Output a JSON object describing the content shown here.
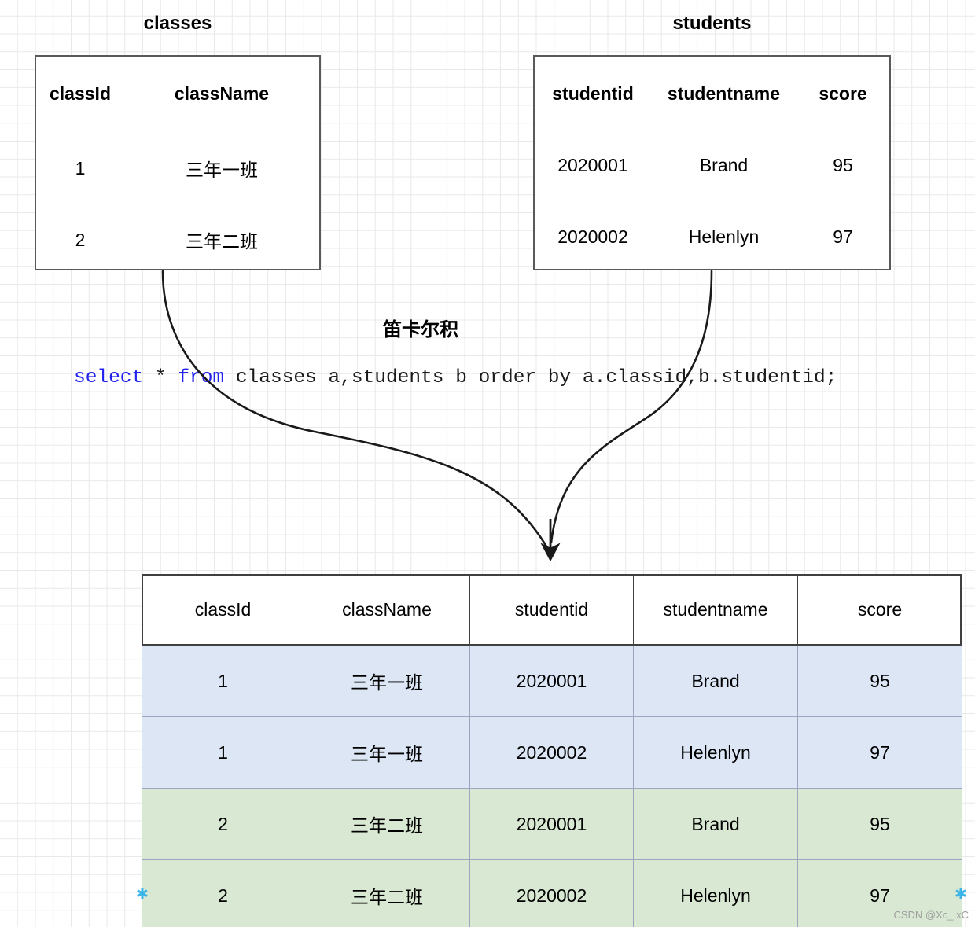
{
  "source_tables": [
    {
      "title": "classes",
      "columns": [
        "classId",
        "className"
      ],
      "rows": [
        [
          "1",
          "三年一班"
        ],
        [
          "2",
          "三年二班"
        ]
      ]
    },
    {
      "title": "students",
      "columns": [
        "studentid",
        "studentname",
        "score"
      ],
      "rows": [
        [
          "2020001",
          "Brand",
          "95"
        ],
        [
          "2020002",
          "Helenlyn",
          "97"
        ]
      ]
    }
  ],
  "annotation": {
    "operation_label": "笛卡尔积"
  },
  "sql": {
    "segments": [
      {
        "text": "select",
        "kind": "keyword"
      },
      {
        "text": " * ",
        "kind": "plain"
      },
      {
        "text": "from",
        "kind": "keyword"
      },
      {
        "text": " classes a,students b order by a.classid,b.studentid;",
        "kind": "plain"
      }
    ],
    "full_text": "select * from classes a,students b order by a.classid,b.studentid;"
  },
  "result_table": {
    "columns": [
      "classId",
      "className",
      "studentid",
      "studentname",
      "score"
    ],
    "rows": [
      {
        "cells": [
          "1",
          "三年一班",
          "2020001",
          "Brand",
          "95"
        ],
        "highlight": "blue"
      },
      {
        "cells": [
          "1",
          "三年一班",
          "2020002",
          "Helenlyn",
          "97"
        ],
        "highlight": "blue"
      },
      {
        "cells": [
          "2",
          "三年二班",
          "2020001",
          "Brand",
          "95"
        ],
        "highlight": "green"
      },
      {
        "cells": [
          "2",
          "三年二班",
          "2020002",
          "Helenlyn",
          "97"
        ],
        "highlight": "green"
      }
    ]
  },
  "colors": {
    "row_blue": "#dce6f5",
    "row_green": "#d9e8d2",
    "box_border": "#595959",
    "sql_keyword": "#2222ee",
    "handle": "#3cb5e8"
  },
  "watermark": {
    "text": "CSDN @Xc_.xC"
  }
}
